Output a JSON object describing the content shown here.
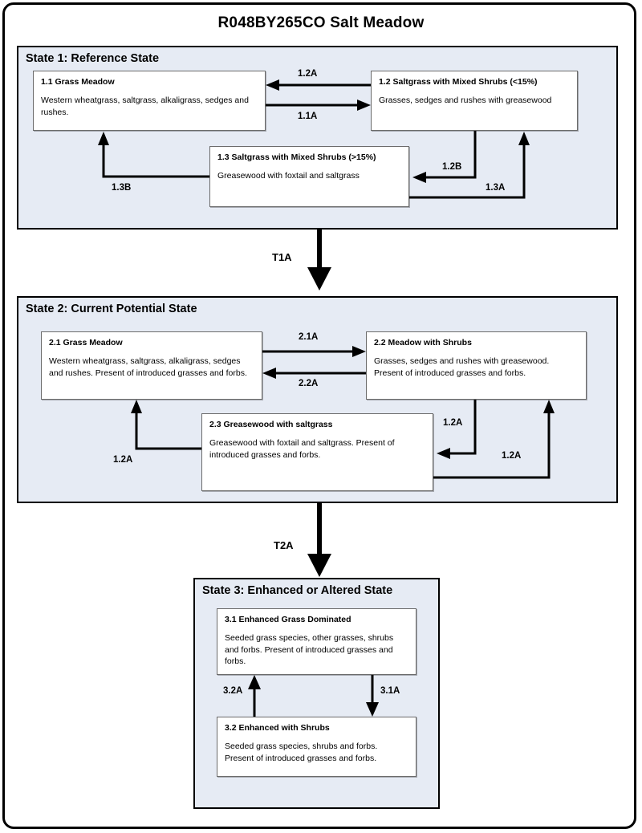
{
  "title": "R048BY265CO Salt Meadow",
  "colors": {
    "state_fill": "#e6ebf4",
    "box_fill": "#ffffff",
    "border": "#000000",
    "box_border": "#6b6b6b",
    "page_background": "#ffffff"
  },
  "states": [
    {
      "id": "state-1",
      "title": "State 1: Reference State",
      "boxes": [
        {
          "id": "box-1-1",
          "head": "1.1 Grass Meadow",
          "body": "Western wheatgrass, saltgrass, alkaligrass, sedges and rushes."
        },
        {
          "id": "box-1-2",
          "head": "1.2 Saltgrass with Mixed Shrubs (<15%)",
          "body": "Grasses, sedges and rushes with greasewood"
        },
        {
          "id": "box-1-3",
          "head": "1.3 Saltgrass with Mixed Shrubs (>15%)",
          "body": "Greasewood with foxtail and saltgrass"
        }
      ],
      "arrows": [
        {
          "id": "arrow-1-2a",
          "label": "1.2A"
        },
        {
          "id": "arrow-1-1a",
          "label": "1.1A"
        },
        {
          "id": "arrow-1-3b",
          "label": "1.3B"
        },
        {
          "id": "arrow-1-2b",
          "label": "1.2B"
        },
        {
          "id": "arrow-1-3a",
          "label": "1.3A"
        }
      ]
    },
    {
      "id": "state-2",
      "title": "State 2: Current Potential State",
      "boxes": [
        {
          "id": "box-2-1",
          "head": "2.1 Grass Meadow",
          "body": "Western wheatgrass, saltgrass, alkaligrass, sedges and rushes.  Present of introduced grasses and forbs."
        },
        {
          "id": "box-2-2",
          "head": "2.2 Meadow with Shrubs",
          "body": "Grasses, sedges and rushes with greasewood. Present of introduced grasses and forbs."
        },
        {
          "id": "box-2-3",
          "head": "2.3 Greasewood with saltgrass",
          "body": "Greasewood with foxtail and saltgrass.  Present of introduced grasses and forbs."
        }
      ],
      "arrows": [
        {
          "id": "arrow-2-1a",
          "label": "2.1A"
        },
        {
          "id": "arrow-2-2a",
          "label": "2.2A"
        },
        {
          "id": "arrow-2-left-12a",
          "label": "1.2A"
        },
        {
          "id": "arrow-2-mid-12a",
          "label": "1.2A"
        },
        {
          "id": "arrow-2-right-12a",
          "label": "1.2A"
        }
      ]
    },
    {
      "id": "state-3",
      "title": "State 3: Enhanced or Altered State",
      "boxes": [
        {
          "id": "box-3-1",
          "head": "3.1 Enhanced Grass Dominated",
          "body": "Seeded grass species, other grasses, shrubs and forbs.   Present of introduced grasses and forbs."
        },
        {
          "id": "box-3-2",
          "head": "3.2 Enhanced with Shrubs",
          "body": "Seeded grass species, shrubs and forbs. Present of introduced grasses and forbs."
        }
      ],
      "arrows": [
        {
          "id": "arrow-3-2a",
          "label": "3.2A"
        },
        {
          "id": "arrow-3-1a",
          "label": "3.1A"
        }
      ]
    }
  ],
  "transitions": [
    {
      "id": "transition-t1a",
      "label": "T1A"
    },
    {
      "id": "transition-t2a",
      "label": "T2A"
    }
  ]
}
